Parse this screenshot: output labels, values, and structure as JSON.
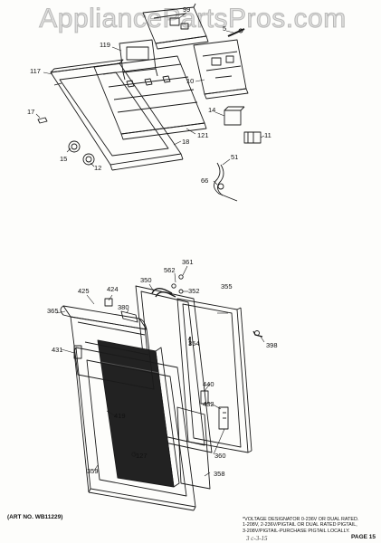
{
  "watermark": "AppliancePartsPros.com",
  "callouts": {
    "c99": "99",
    "c5": "5",
    "c119": "119",
    "c10": "10",
    "c117": "117",
    "c17": "17",
    "c14": "14",
    "c121": "121",
    "c18": "18",
    "c11": "11",
    "c15": "15",
    "c12": "12",
    "c51": "51",
    "c66": "66",
    "c361": "361",
    "c562": "562",
    "c352": "352",
    "c350": "350",
    "c355": "355",
    "c425": "425",
    "c424": "424",
    "c380": "380",
    "c365": "365",
    "c354": "354",
    "c398": "398",
    "c431": "431",
    "c440": "440",
    "c432": "432",
    "c419": "419",
    "c360": "360",
    "c127": "127",
    "c359": "359",
    "c358": "358"
  },
  "art_number": "(ART NO. WB11229)",
  "voltage_note": {
    "line1": "*VOLTAGE DESIGNATOR 0-236V OR DUAL RATED.",
    "line2": "1-208V, 2-236V/PIGTAIL OR DUAL RATED PIGTAIL,",
    "line3": "3-208V/PIGTAIL-PURCHASE PIGTAIL LOCALLY."
  },
  "page_number": "PAGE 15",
  "handwritten": "3 c-3-15"
}
